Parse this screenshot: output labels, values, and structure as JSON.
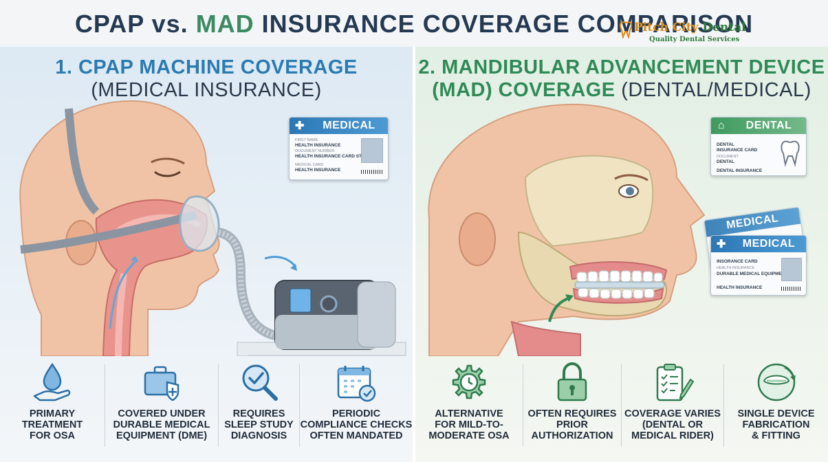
{
  "header": {
    "title_part1": "CPAP vs. ",
    "title_part2": "MAD",
    "title_part3": " INSURANCE COVERAGE COMPARISON",
    "logo_name_part1": "Pitch City ",
    "logo_name_part2": "Dental",
    "logo_tagline": "Quality Dental Services"
  },
  "left": {
    "title_main": "1. CPAP MACHINE COVERAGE",
    "title_sub": "(MEDICAL INSURANCE)",
    "card": {
      "label": "MEDICAL",
      "lines": [
        "FIRST NAME:",
        "HEALTH INSURANCE",
        "DOCUMENT NUMBER:",
        "HEALTH INSURANCE CARD STANDARD",
        "MEDICAL CARD",
        "HEALTH INSURANCE"
      ]
    },
    "features": [
      {
        "icon": "water-drop-hand-icon",
        "label": "PRIMARY\nTREATMENT\nFOR OSA"
      },
      {
        "icon": "medical-kit-icon",
        "label": "COVERED UNDER\nDURABLE MEDICAL\nEQUIPMENT (DME)"
      },
      {
        "icon": "magnifier-check-icon",
        "label": "REQUIRES\nSLEEP STUDY\nDIAGNOSIS"
      },
      {
        "icon": "calendar-check-icon",
        "label": "PERIODIC\nCOMPLIANCE CHECKS\nOFTEN MANDATED"
      }
    ]
  },
  "right": {
    "title_main_1": "2. MANDIBULAR ADVANCEMENT DEVICE",
    "title_main_2": "(MAD) COVERAGE",
    "title_sub": " (DENTAL/MEDICAL)",
    "dental_card": {
      "label": "DENTAL",
      "lines": [
        "DENTAL",
        "INSURANCE CARD",
        "DOCUMENT",
        "DENTAL",
        "DENTAL INSURANCE"
      ]
    },
    "medical_card_back": {
      "label": "MEDICAL"
    },
    "medical_card": {
      "label": "MEDICAL",
      "lines": [
        "INSORANCE CARD",
        "HEALTH INSURANCE",
        "DURABLE MEDICAL EQUIPMENT",
        "HEALTH INSURANCE"
      ]
    },
    "features": [
      {
        "icon": "gear-clock-icon",
        "label": "ALTERNATIVE\nFOR MILD-TO-\nMODERATE OSA"
      },
      {
        "icon": "padlock-icon",
        "label": "OFTEN REQUIRES\nPRIOR\nAUTHORIZATION"
      },
      {
        "icon": "clipboard-pen-icon",
        "label": "COVERAGE VARIES\n(DENTAL OR\nMEDICAL RIDER)"
      },
      {
        "icon": "dental-device-refresh-icon",
        "label": "SINGLE DEVICE\nFABRICATION\n& FITTING"
      }
    ]
  },
  "colors": {
    "cpap_blue": "#2b7bb0",
    "mad_green": "#2f8a57",
    "title_navy": "#253a52",
    "logo_orange": "#d98a16"
  }
}
